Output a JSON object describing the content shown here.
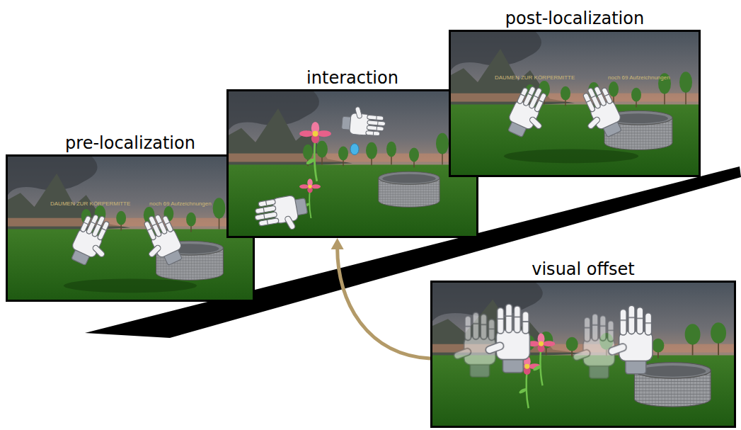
{
  "diagram": {
    "nodes": [
      {
        "text": [
          "pre-localization",
          "DAUMEN ZUR KÖRPERMITTE",
          "noch 69 Aufzeichnungen"
        ]
      },
      {
        "text": [
          "interaction"
        ]
      },
      {
        "text": [
          "post-localization",
          "DAUMEN ZUR KÖRPERMITTE",
          "noch 69 Aufzeichnungen"
        ]
      },
      {
        "text": [
          "visual offset"
        ]
      }
    ],
    "edges": [
      {
        "from": 3,
        "to": 1,
        "arrow": "to"
      }
    ]
  }
}
